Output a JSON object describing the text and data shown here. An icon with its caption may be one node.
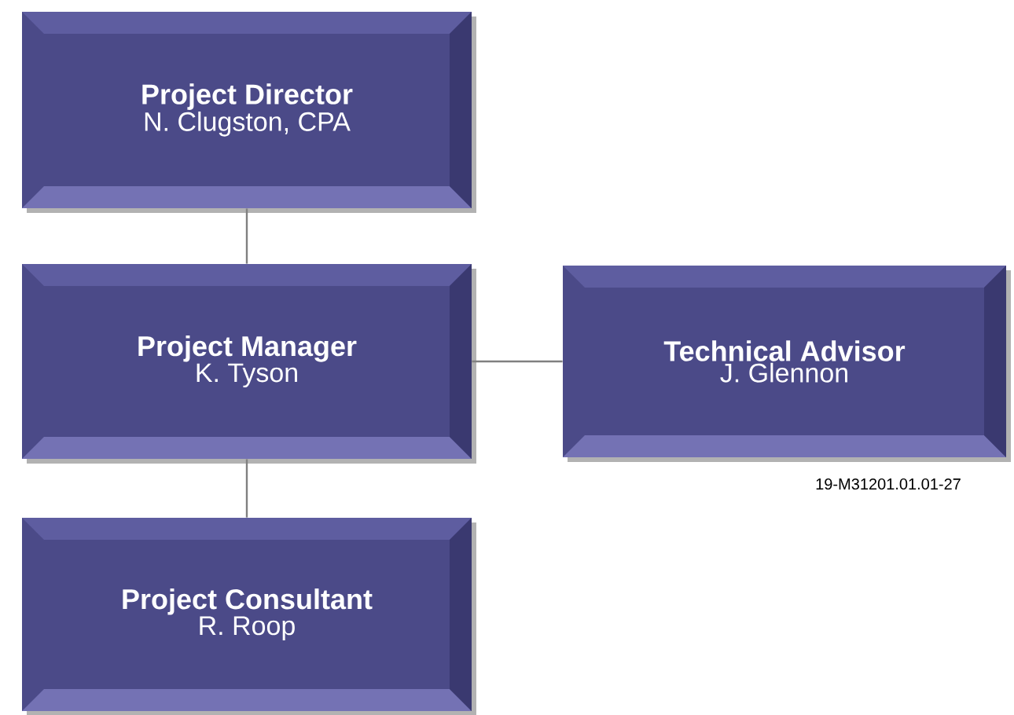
{
  "diagram": {
    "nodes": [
      {
        "text": [
          "Project Director",
          "N. Clugston, CPA"
        ]
      },
      {
        "text": [
          "Project Manager",
          "K. Tyson"
        ]
      },
      {
        "text": [
          "Technical Advisor",
          "J. Glennon"
        ]
      },
      {
        "text": [
          "Project Consultant",
          "R. Roop"
        ]
      }
    ],
    "edges": [
      {
        "from": 0,
        "to": 1,
        "arrow": "none"
      },
      {
        "from": 1,
        "to": 2,
        "arrow": "none"
      },
      {
        "from": 1,
        "to": 3,
        "arrow": "none"
      }
    ],
    "labels": [
      "19-M31201.01.01-27"
    ]
  }
}
